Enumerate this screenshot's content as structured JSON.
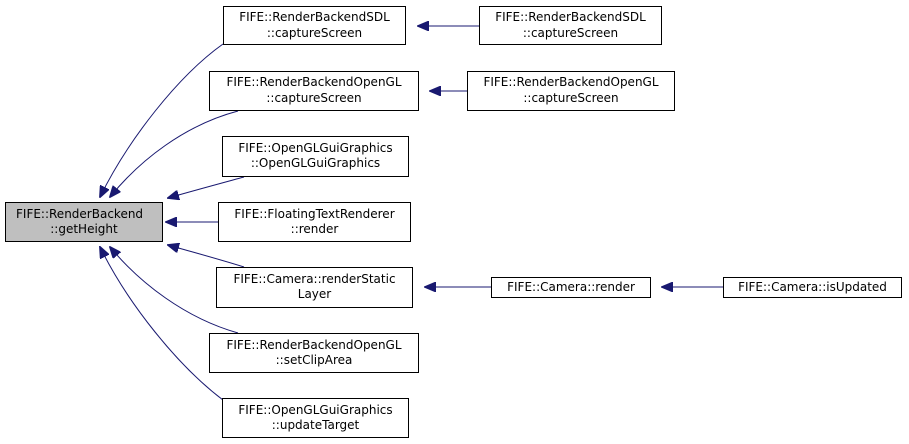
{
  "colors": {
    "edge": "#191970",
    "node_border": "#000000",
    "node_fill": "#ffffff",
    "focus_fill": "#bfbfbf",
    "text": "#000000"
  },
  "nodes": {
    "render_backend_get_height": [
      "FIFE::RenderBackend",
      "::getHeight"
    ],
    "render_backend_sdl_capture_1": [
      "FIFE::RenderBackendSDL",
      "::captureScreen"
    ],
    "render_backend_sdl_capture_2": [
      "FIFE::RenderBackendSDL",
      "::captureScreen"
    ],
    "render_backend_opengl_capture_1": [
      "FIFE::RenderBackendOpenGL",
      "::captureScreen"
    ],
    "render_backend_opengl_capture_2": [
      "FIFE::RenderBackendOpenGL",
      "::captureScreen"
    ],
    "opengl_gui_graphics_ctor": [
      "FIFE::OpenGLGuiGraphics",
      "::OpenGLGuiGraphics"
    ],
    "floating_text_renderer_render": [
      "FIFE::FloatingTextRenderer",
      "::render"
    ],
    "camera_render_static_layer": [
      "FIFE::Camera::renderStatic",
      "Layer"
    ],
    "camera_render": [
      "FIFE::Camera::render"
    ],
    "camera_is_updated": [
      "FIFE::Camera::isUpdated"
    ],
    "render_backend_opengl_set_clip_area": [
      "FIFE::RenderBackendOpenGL",
      "::setClipArea"
    ],
    "opengl_gui_graphics_update_target": [
      "FIFE::OpenGLGuiGraphics",
      "::updateTarget"
    ]
  }
}
